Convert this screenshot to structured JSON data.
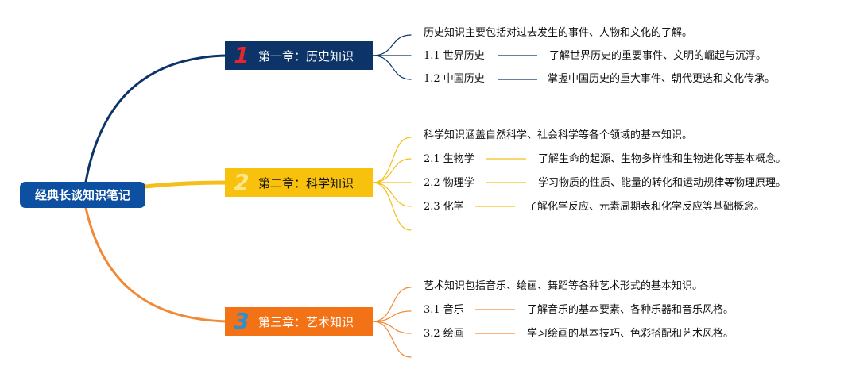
{
  "root": {
    "title": "经典长谈知识笔记",
    "color": "#0d4fa0"
  },
  "chapters": [
    {
      "num": "1",
      "label": "第一章：历史知识",
      "box_color": "#0c3468",
      "num_color": "#e5262b",
      "line_color": "#0c3468",
      "summary": "历史知识主要包括对过去发生的事件、人物和文化的了解。",
      "items": [
        {
          "title": "1.1 世界历史",
          "desc": "了解世界历史的重要事件、文明的崛起与沉浮。"
        },
        {
          "title": "1.2 中国历史",
          "desc": "掌握中国历史的重大事件、朝代更迭和文化传承。"
        }
      ]
    },
    {
      "num": "2",
      "label": "第二章：科学知识",
      "box_color": "#f7c10d",
      "num_color": "#fde68a",
      "line_color": "#f3bf18",
      "summary": "科学知识涵盖自然科学、社会科学等各个领域的基本知识。",
      "items": [
        {
          "title": "2.1 生物学",
          "desc": "了解生命的起源、生物多样性和生物进化等基本概念。"
        },
        {
          "title": "2.2 物理学",
          "desc": "学习物质的性质、能量的转化和运动规律等物理原理。"
        },
        {
          "title": "2.3 化学",
          "desc": "了解化学反应、元素周期表和化学反应等基础概念。"
        }
      ]
    },
    {
      "num": "3",
      "label": "第三章：艺术知识",
      "box_color": "#f37216",
      "num_color": "#2e8fd0",
      "line_color": "#f18a36",
      "summary": "艺术知识包括音乐、绘画、舞蹈等各种艺术形式的基本知识。",
      "items": [
        {
          "title": "3.1 音乐",
          "desc": "了解音乐的基本要素、各种乐器和音乐风格。"
        },
        {
          "title": "3.2 绘画",
          "desc": "学习绘画的基本技巧、色彩搭配和艺术风格。"
        }
      ]
    }
  ]
}
